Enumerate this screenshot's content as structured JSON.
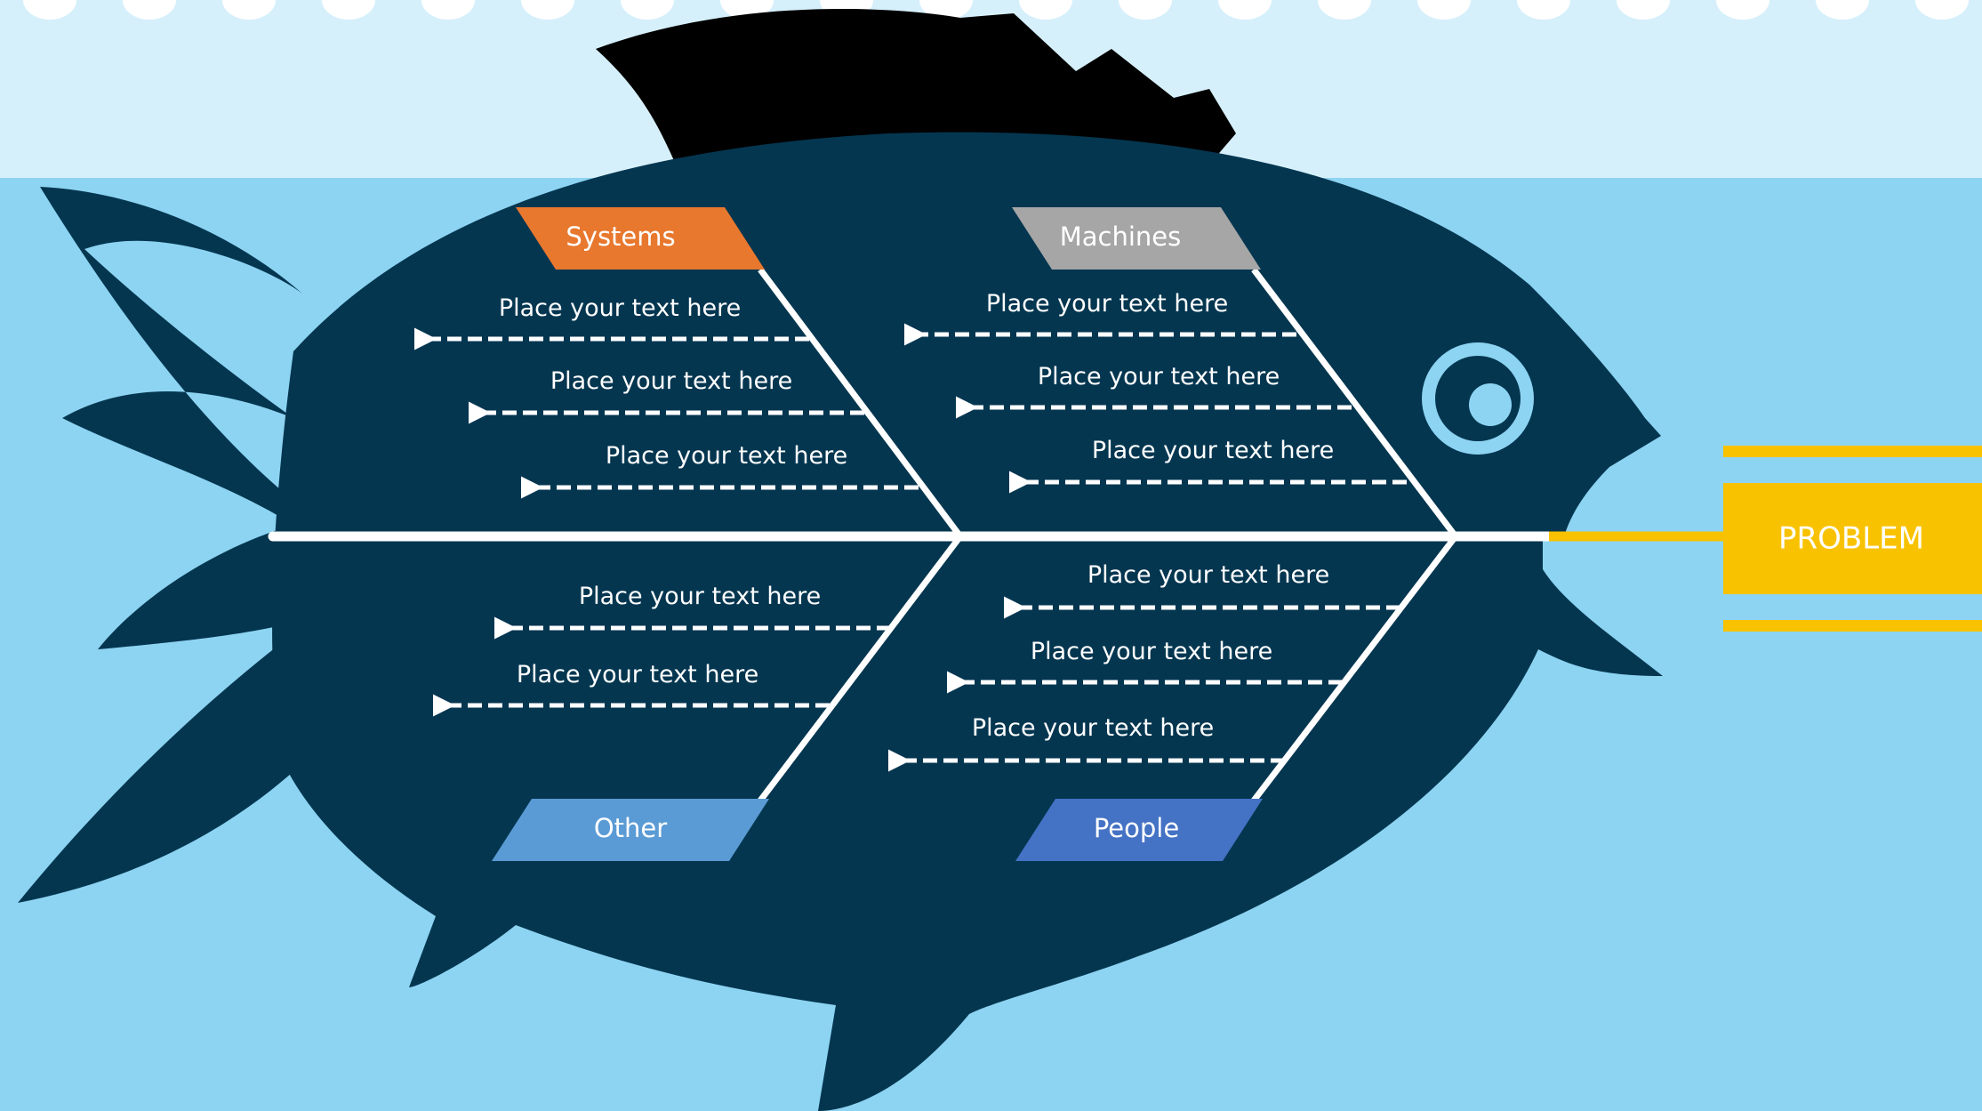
{
  "colors": {
    "water": "#8dd4f2",
    "water_top": "#d6f0fb",
    "foam": "#ffffff",
    "fish_body": "#043650",
    "fin": "#000000",
    "spine": "#ffffff",
    "systems": "#e8782e",
    "machines": "#a6a6a6",
    "other": "#5b9bd5",
    "people": "#4472c4",
    "problem": "#f8c200",
    "eye": "#8dd4f2"
  },
  "problem": {
    "label": "PROBLEM"
  },
  "categories": [
    {
      "id": "systems",
      "label": "Systems",
      "color_key": "systems",
      "items": [
        "Place your text here",
        "Place your text here",
        "Place your text here"
      ]
    },
    {
      "id": "machines",
      "label": "Machines",
      "color_key": "machines",
      "items": [
        "Place your text here",
        "Place your text here",
        "Place your text here"
      ]
    },
    {
      "id": "other",
      "label": "Other",
      "color_key": "other",
      "items": [
        "Place your text here",
        "Place your text here"
      ]
    },
    {
      "id": "people",
      "label": "People",
      "color_key": "people",
      "items": [
        "Place your text here",
        "Place your text here",
        "Place your text here"
      ]
    }
  ]
}
